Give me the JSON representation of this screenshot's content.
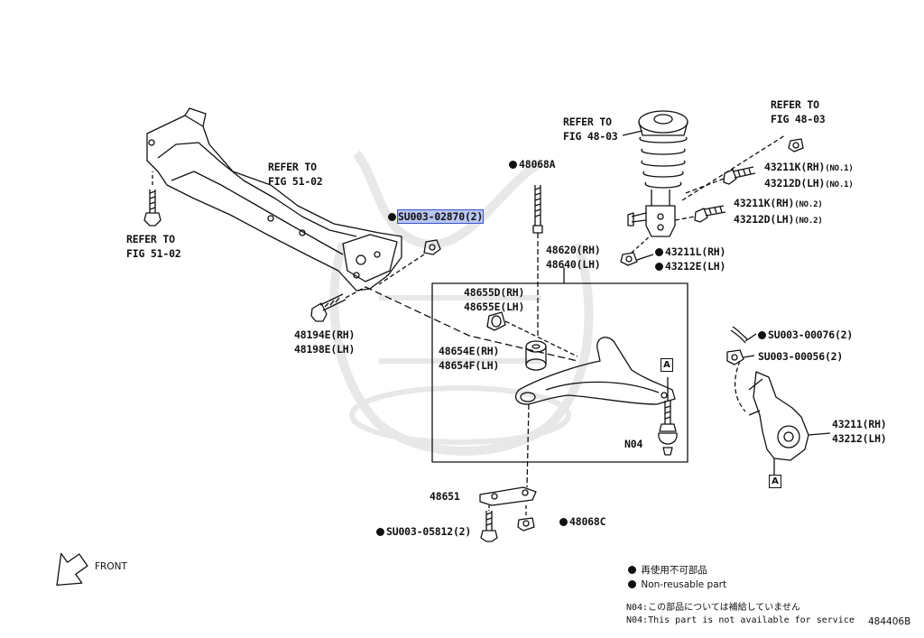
{
  "labels": {
    "refer_fig_51_02_top": [
      "REFER TO",
      "FIG 51-02"
    ],
    "refer_fig_51_02_left": [
      "REFER TO",
      "FIG 51-02"
    ],
    "refer_fig_48_03_top": [
      "REFER TO",
      "FIG 48-03"
    ],
    "refer_fig_48_03_mid": [
      "REFER TO",
      "FIG 48-03"
    ],
    "su003_02870": "SU003-02870(2)",
    "p48068a": "48068A",
    "p48194e": "48194E(RH)",
    "p48198e": "48198E(LH)",
    "p48620": "48620(RH)",
    "p48640": "48640(LH)",
    "p48655d": "48655D(RH)",
    "p48655e": "48655E(LH)",
    "p48654e": "48654E(RH)",
    "p48654f": "48654F(LH)",
    "n04": "N04",
    "p43211k_1": "43211K(RH)",
    "p43211k_1_sub": "(NO.1)",
    "p43212d_1": "43212D(LH)",
    "p43212d_1_sub": "(NO.1)",
    "p43211k_2": "43211K(RH)",
    "p43211k_2_sub": "(NO.2)",
    "p43212d_2": "43212D(LH)",
    "p43212d_2_sub": "(NO.2)",
    "p43211l": "43211L(RH)",
    "p43212e": "43212E(LH)",
    "su003_00076": "SU003-00076(2)",
    "su003_00056": "SU003-00056(2)",
    "p43211": "43211(RH)",
    "p43212": "43212(LH)",
    "p48651": "48651",
    "p48068c": "48068C",
    "su003_05812": "SU003-05812(2)",
    "box_a": "A",
    "front": "FRONT"
  },
  "legend": {
    "jp": "再使用不可部品",
    "en": "Non-reusable part"
  },
  "notes": {
    "n04_jp": "N04:この部品については補給していません",
    "n04_en": "N04:This part is not available for service",
    "figure_id": "484406B"
  },
  "colors": {
    "line": "#111111",
    "highlight": "#b9c6f2",
    "highlight_border": "#3a55c9",
    "watermark": "#e6e6e6"
  }
}
